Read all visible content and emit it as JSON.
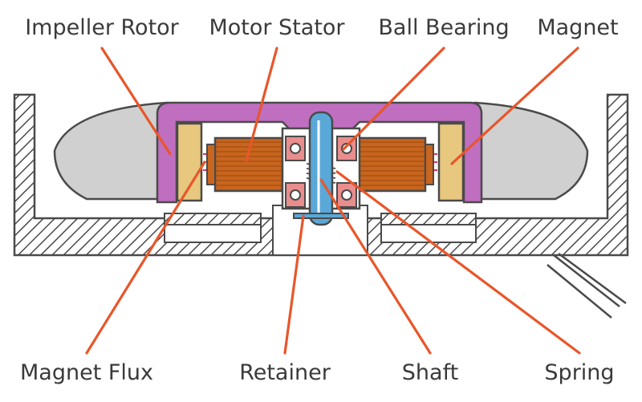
{
  "labels": {
    "impeller_rotor": "Impeller Rotor",
    "motor_stator": "Motor Stator",
    "ball_bearing": "Ball Bearing",
    "magnet": "Magnet",
    "magnet_flux": "Magnet Flux",
    "retainer": "Retainer",
    "shaft": "Shaft",
    "spring": "Spring"
  },
  "colors": {
    "leader": "#e8562a",
    "rotor": "#c06ec0",
    "stator": "#c8651e",
    "magnet": "#e8c77e",
    "shaft": "#5aa8d8",
    "bearing": "#e98d8d",
    "flux": "#e0306a",
    "housing": "#d0d0d0",
    "outline": "#4a4a4a"
  }
}
